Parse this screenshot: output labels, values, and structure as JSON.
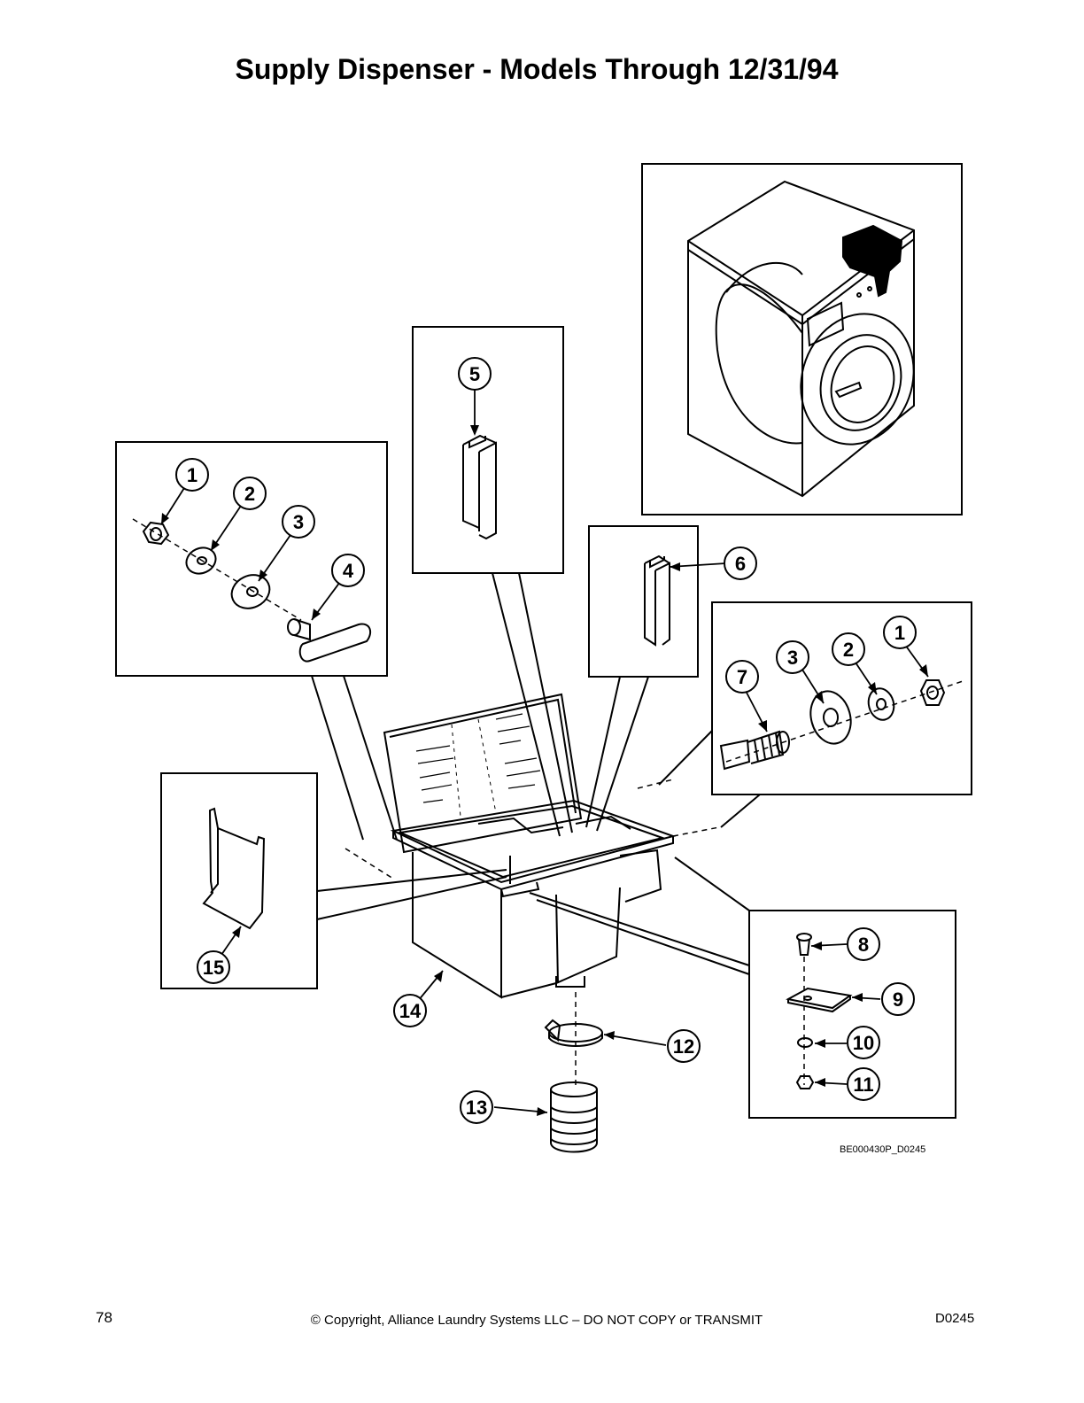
{
  "page": {
    "title": "Supply Dispenser - Models Through 12/31/94",
    "drawing_code": "BE000430P_D0245",
    "page_number": "78",
    "copyright": "© Copyright, Alliance Laundry Systems LLC – DO NOT COPY or TRANSMIT",
    "document_code": "D0245"
  },
  "callouts": [
    "1",
    "2",
    "3",
    "4",
    "5",
    "6",
    "7",
    "8",
    "9",
    "10",
    "11",
    "12",
    "13",
    "14",
    "15"
  ]
}
